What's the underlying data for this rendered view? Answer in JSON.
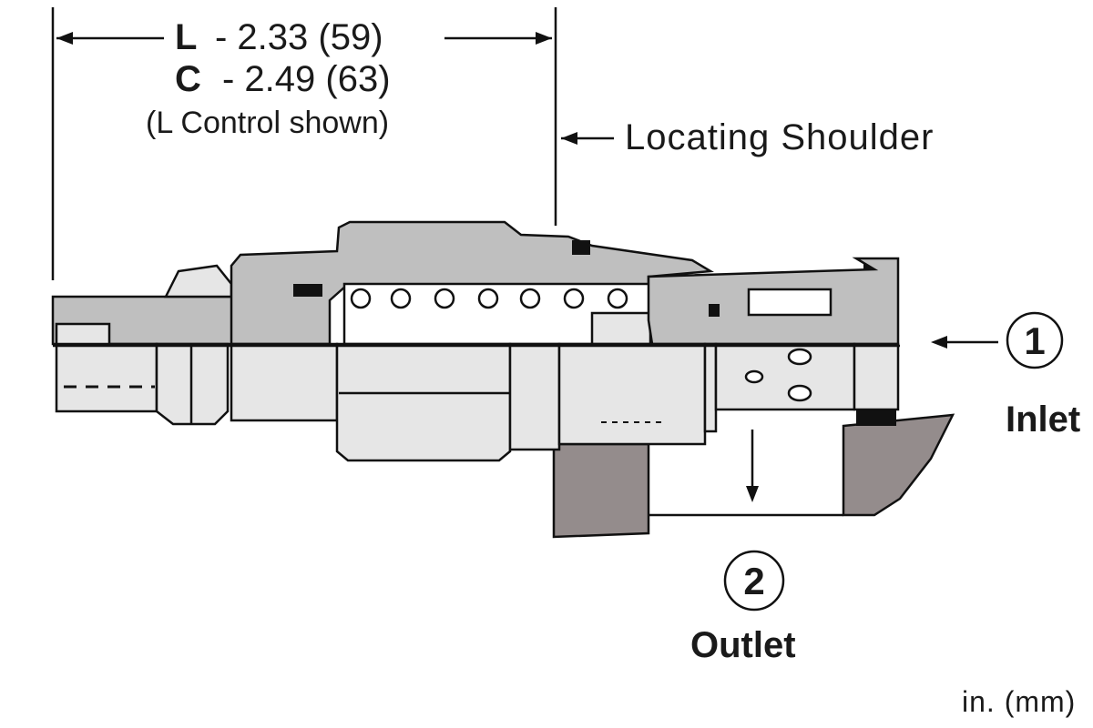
{
  "dimension": {
    "l_letter": "L",
    "l_value": "- 2.33 (59)",
    "c_letter": "C",
    "c_value": "- 2.49 (63)",
    "note": "(L Control shown)"
  },
  "locating_shoulder": "Locating Shoulder",
  "ports": [
    {
      "number": "1",
      "name": "Inlet"
    },
    {
      "number": "2",
      "name": "Outlet"
    }
  ],
  "units": "in. (mm)",
  "colors": {
    "light_gray": "#e6e6e6",
    "mid_gray": "#bfbfbf",
    "dark_gray": "#948c8c",
    "black": "#111111"
  }
}
